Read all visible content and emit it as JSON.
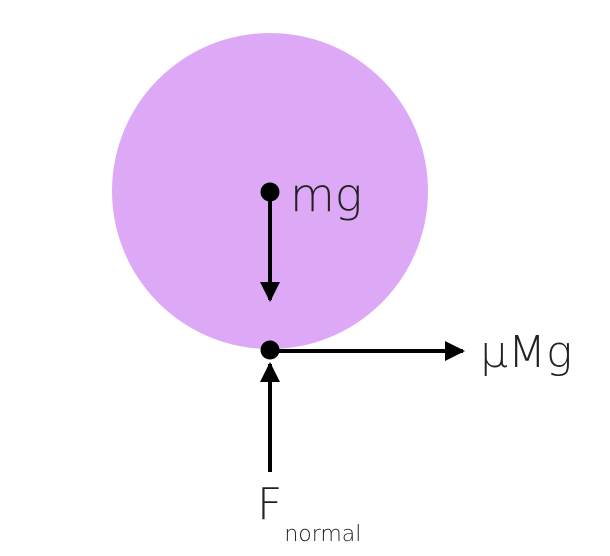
{
  "diagram": {
    "ball": {
      "color": "#dda9f7"
    },
    "arrow_color": "#000000",
    "labels": {
      "gravity": "mg",
      "friction": "μMg",
      "normal_main": "F",
      "normal_sub": "normal"
    }
  }
}
